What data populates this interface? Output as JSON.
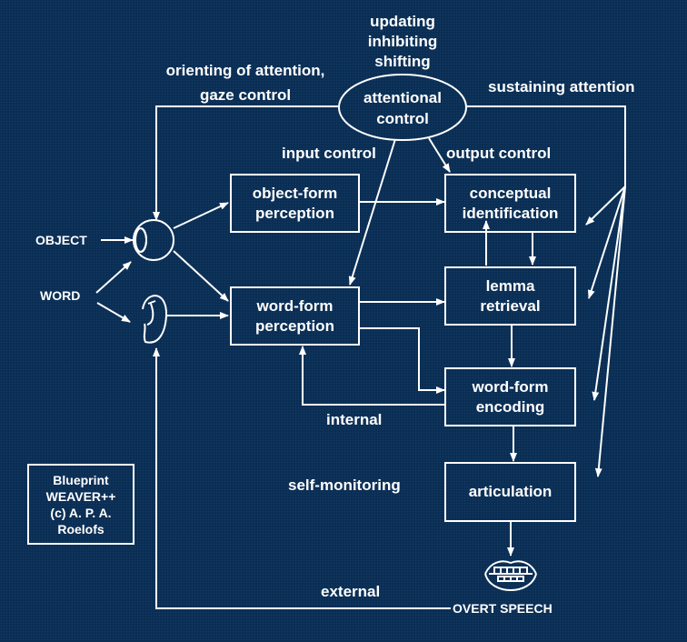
{
  "diagram": {
    "title": "Blueprint WEAVER++",
    "colors": {
      "background": "#0b2e54",
      "foreground": "#ffffff"
    },
    "executive_functions": [
      "updating",
      "inhibiting",
      "shifting"
    ],
    "attentional_control": {
      "line1": "attentional",
      "line2": "control"
    },
    "labels": {
      "orienting_line1": "orienting of attention,",
      "orienting_line2": "gaze control",
      "sustaining": "sustaining attention",
      "input_control": "input control",
      "output_control": "output control",
      "object": "OBJECT",
      "word": "WORD",
      "internal": "internal",
      "self_monitoring": "self-monitoring",
      "external": "external",
      "overt_speech": "OVERT SPEECH"
    },
    "boxes": {
      "object_form": {
        "line1": "object-form",
        "line2": "perception"
      },
      "word_form_perception": {
        "line1": "word-form",
        "line2": "perception"
      },
      "conceptual": {
        "line1": "conceptual",
        "line2": "identification"
      },
      "lemma": {
        "line1": "lemma",
        "line2": "retrieval"
      },
      "word_form_encoding": {
        "line1": "word-form",
        "line2": "encoding"
      },
      "articulation": {
        "line1": "articulation"
      }
    },
    "icons": [
      "eye-icon",
      "ear-icon",
      "mouth-icon"
    ],
    "credit": {
      "line1": "Blueprint",
      "line2": "WEAVER++",
      "line3": "(c) A. P. A.",
      "line4": "Roelofs"
    }
  }
}
